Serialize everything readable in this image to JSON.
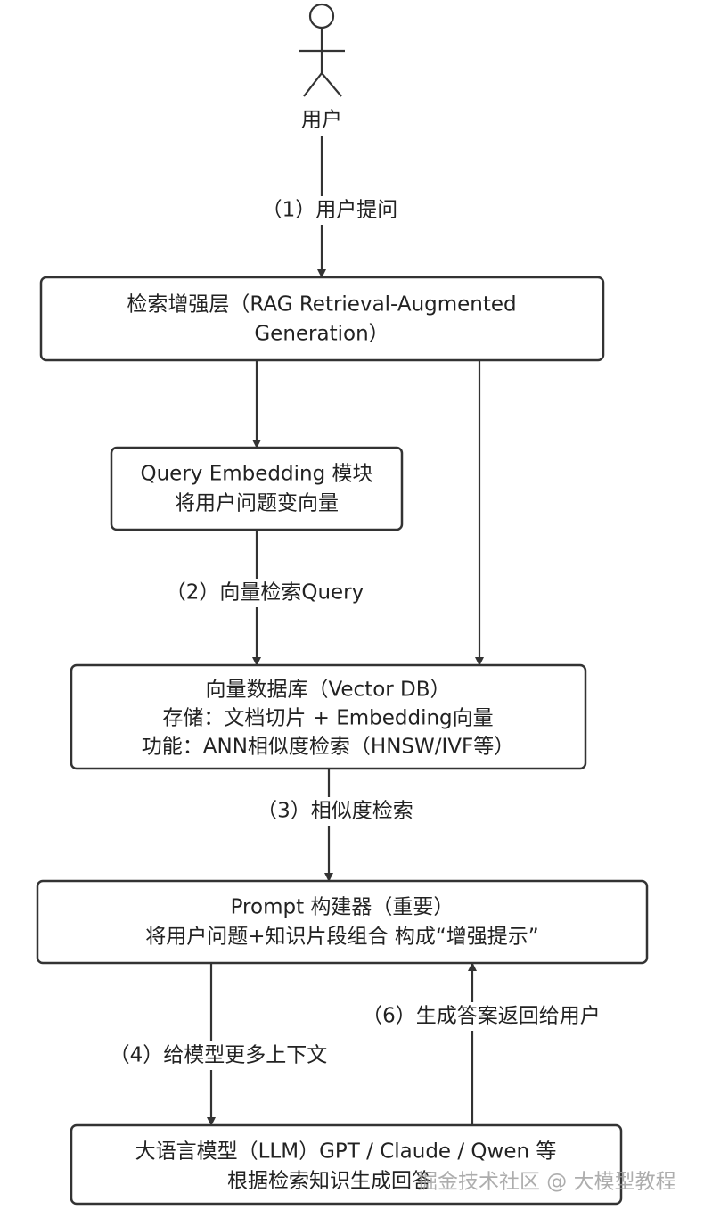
{
  "actor": {
    "label": "用户"
  },
  "edges": [
    {
      "label": "（1）用户提问"
    },
    {
      "label": "（2）向量检索Query"
    },
    {
      "label": "（3）相似度检索"
    },
    {
      "label": "（4）给模型更多上下文"
    },
    {
      "label": "（6）生成答案返回给用户"
    }
  ],
  "nodes": {
    "rag": {
      "lines": [
        "检索增强层（RAG Retrieval-Augmented",
        "Generation）"
      ]
    },
    "embedding": {
      "lines": [
        "Query Embedding 模块",
        "将用户问题变向量"
      ]
    },
    "vectordb": {
      "lines": [
        "向量数据库（Vector DB）",
        "存储：文档切片 + Embedding向量",
        "功能：ANN相似度检索（HNSW/IVF等）"
      ]
    },
    "prompt": {
      "lines": [
        "Prompt 构建器（重要）",
        "将用户问题+知识片段组合 构成“增强提示”"
      ]
    },
    "llm": {
      "lines": [
        "大语言模型（LLM）GPT / Claude / Qwen 等",
        "根据检索知识生成回答"
      ]
    }
  },
  "watermark": "掘金技术社区 @ 大模型教程"
}
